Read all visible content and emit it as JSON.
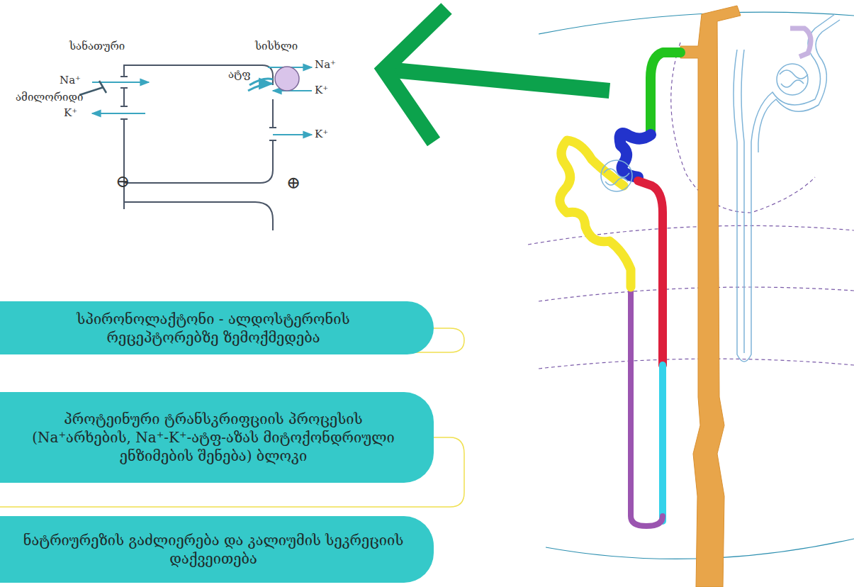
{
  "diagram": {
    "nodes": [
      {
        "text": [
          "სპირონოლაქტონი - ალდოსტერონის რეცეპტორებზე ზემოქმედება"
        ]
      },
      {
        "text": [
          "პროტეინური ტრანსკრიფციის პროცესის (Na⁺არხების, Na⁺-K⁺-ატფ-აზას მიტოქონდრიული ენზიმების შენება) ბლოკი"
        ]
      },
      {
        "text": [
          "ნატრიურეზის გაძლიერება და კალიუმის სეკრეციის დაქვეითება"
        ]
      }
    ],
    "labels": [
      "სანათური",
      "სისხლი",
      "Na⁺",
      "ამილორიდი",
      "K⁺",
      "ატფ",
      "Na⁺",
      "K⁺",
      "K⁺",
      "⊖",
      "⊕"
    ]
  }
}
